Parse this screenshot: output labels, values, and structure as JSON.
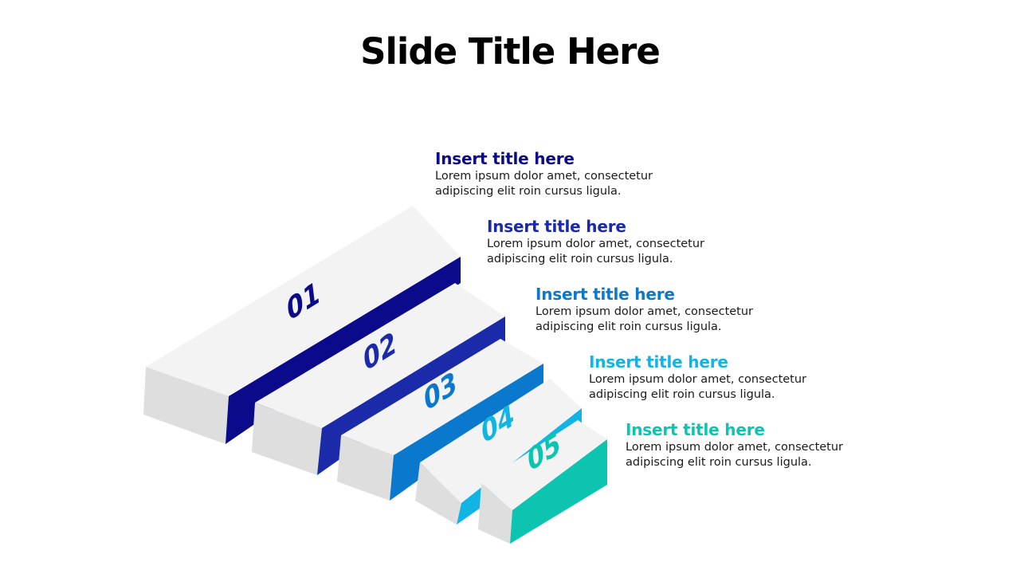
{
  "slide": {
    "title": "Slide Title Here"
  },
  "colors": {
    "top_face": "#f3f3f3",
    "left_face": "#dedede",
    "text_body": "#1a1a1a"
  },
  "steps": [
    {
      "number": "01",
      "title": "Insert title here",
      "body": "Lorem ipsum dolor amet, consectetur adipiscing elit roin cursus ligula.",
      "color": "#0a0a8a"
    },
    {
      "number": "02",
      "title": "Insert title here",
      "body": "Lorem ipsum dolor amet, consectetur adipiscing elit roin cursus ligula.",
      "color": "#1a2aa8"
    },
    {
      "number": "03",
      "title": "Insert title here",
      "body": "Lorem ipsum dolor amet, consectetur adipiscing elit roin cursus ligula.",
      "color": "#0a78cc"
    },
    {
      "number": "04",
      "title": "Insert title here",
      "body": "Lorem ipsum dolor amet, consectetur adipiscing elit roin cursus ligula.",
      "color": "#12b4e4"
    },
    {
      "number": "05",
      "title": "Insert title here",
      "body": "Lorem ipsum dolor amet, consectetur adipiscing elit roin cursus ligula.",
      "color": "#0cc4b0"
    }
  ]
}
